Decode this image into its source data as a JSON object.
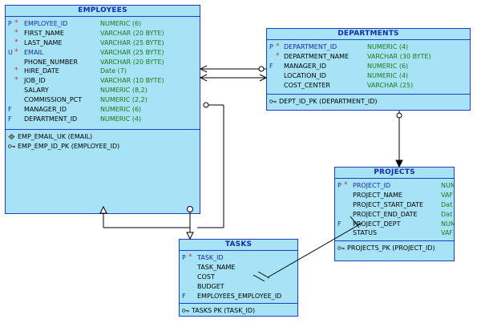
{
  "employees": {
    "title": "EMPLOYEES",
    "columns": [
      {
        "key": "P",
        "mand": "*",
        "name": "EMPLOYEE_ID",
        "type": "NUMERIC (6)",
        "pk": true
      },
      {
        "key": "",
        "mand": "*",
        "name": "FIRST_NAME",
        "type": "VARCHAR (20 BYTE)",
        "pk": false
      },
      {
        "key": "",
        "mand": "*",
        "name": "LAST_NAME",
        "type": "VARCHAR (25 BYTE)",
        "pk": false
      },
      {
        "key": "U",
        "mand": "*",
        "name": "EMAIL",
        "type": "VARCHAR (25 BYTE)",
        "pk": true
      },
      {
        "key": "",
        "mand": "",
        "name": "PHONE_NUMBER",
        "type": "VARCHAR (20 BYTE)",
        "pk": false
      },
      {
        "key": "",
        "mand": "*",
        "name": "HIRE_DATE",
        "type": "Date (7)",
        "pk": false
      },
      {
        "key": "",
        "mand": "*",
        "name": "JOB_ID",
        "type": "VARCHAR (10 BYTE)",
        "pk": false
      },
      {
        "key": "",
        "mand": "",
        "name": "SALARY",
        "type": "NUMERIC (8,2)",
        "pk": false
      },
      {
        "key": "",
        "mand": "",
        "name": "COMMISSION_PCT",
        "type": "NUMERIC (2,2)",
        "pk": false
      },
      {
        "key": "F",
        "mand": "",
        "name": "MANAGER_ID",
        "type": "NUMERIC (6)",
        "pk": false
      },
      {
        "key": "F",
        "mand": "",
        "name": "DEPARTMENT_ID",
        "type": "NUMERIC (4)",
        "pk": false
      }
    ],
    "keys": [
      {
        "icon": "unique-key-icon",
        "text": "EMP_EMAIL_UK (EMAIL)"
      },
      {
        "icon": "primary-key-icon",
        "text": "EMP_EMP_ID_PK (EMPLOYEE_ID)"
      }
    ]
  },
  "departments": {
    "title": "DEPARTMENTS",
    "columns": [
      {
        "key": "P",
        "mand": "*",
        "name": "DEPARTMENT_ID",
        "type": "NUMERIC (4)",
        "pk": true
      },
      {
        "key": "",
        "mand": "*",
        "name": "DEPARTMENT_NAME",
        "type": "VARCHAR (30 BYTE)",
        "pk": false
      },
      {
        "key": "F",
        "mand": "",
        "name": "MANAGER_ID",
        "type": "NUMERIC (6)",
        "pk": false
      },
      {
        "key": "",
        "mand": "",
        "name": "LOCATION_ID",
        "type": "NUMERIC (4)",
        "pk": false
      },
      {
        "key": "",
        "mand": "",
        "name": "COST_CENTER",
        "type": "VARCHAR (25)",
        "pk": false
      }
    ],
    "keys": [
      {
        "icon": "primary-key-icon",
        "text": "DEPT_ID_PK (DEPARTMENT_ID)"
      }
    ]
  },
  "projects": {
    "title": "PROJECTS",
    "columns": [
      {
        "key": "P",
        "mand": "*",
        "name": "PROJECT_ID",
        "type": "NUM",
        "pk": true
      },
      {
        "key": "",
        "mand": "",
        "name": "PROJECT_NAME",
        "type": "VAF",
        "pk": false
      },
      {
        "key": "",
        "mand": "",
        "name": "PROJECT_START_DATE",
        "type": "Dat",
        "pk": false
      },
      {
        "key": "",
        "mand": "",
        "name": "PROJECT_END_DATE",
        "type": "Dat",
        "pk": false
      },
      {
        "key": "F",
        "mand": "",
        "name": "PROJECT_DEPT",
        "type": "NUM",
        "pk": false
      },
      {
        "key": "",
        "mand": "",
        "name": "STATUS",
        "type": "VAF",
        "pk": false
      }
    ],
    "keys": [
      {
        "icon": "primary-key-icon",
        "text": "PROJECTS_PK (PROJECT_ID)"
      }
    ]
  },
  "tasks": {
    "title": "TASKS",
    "columns": [
      {
        "key": "P",
        "mand": "*",
        "name": "TASK_ID",
        "type": "",
        "pk": true
      },
      {
        "key": "",
        "mand": "",
        "name": "TASK_NAME",
        "type": "",
        "pk": false
      },
      {
        "key": "",
        "mand": "",
        "name": "COST",
        "type": "",
        "pk": false
      },
      {
        "key": "",
        "mand": "",
        "name": "BUDGET",
        "type": "",
        "pk": false
      },
      {
        "key": "F",
        "mand": "",
        "name": "EMPLOYEES_EMPLOYEE_ID",
        "type": "",
        "pk": false
      }
    ],
    "keys": [
      {
        "icon": "primary-key-icon",
        "text": "TASKS PK (TASK_ID)"
      }
    ]
  }
}
